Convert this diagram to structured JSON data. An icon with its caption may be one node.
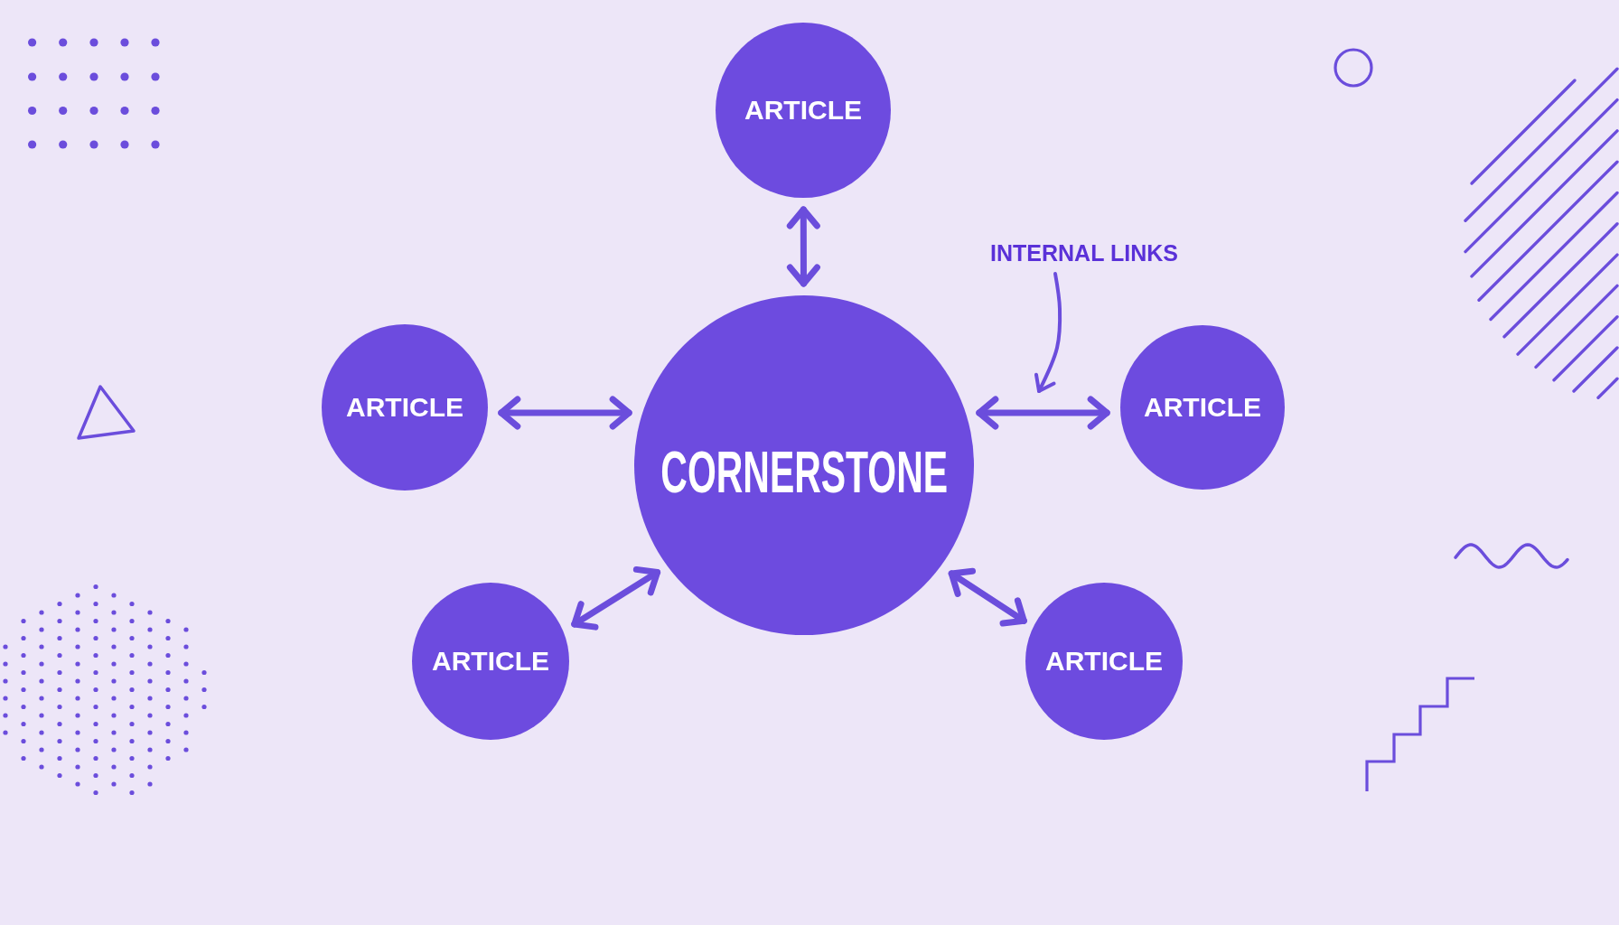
{
  "diagram": {
    "nodes": [
      {
        "text": [
          "ARTICLE"
        ]
      },
      {
        "text": [
          "INTERNAL LINKS"
        ]
      },
      {
        "text": [
          "ARTICLE"
        ]
      },
      {
        "text": [
          "CORNERSTONE"
        ]
      },
      {
        "text": [
          "ARTICLE"
        ]
      },
      {
        "text": [
          "ARTICLE"
        ]
      },
      {
        "text": [
          "ARTICLE"
        ]
      }
    ],
    "edges": [
      {
        "from": 3,
        "to": 0,
        "arrow": "both"
      },
      {
        "from": 3,
        "to": 2,
        "arrow": "both"
      },
      {
        "from": 3,
        "to": 4,
        "arrow": "both"
      },
      {
        "from": 3,
        "to": 5,
        "arrow": "both"
      },
      {
        "from": 3,
        "to": 6,
        "arrow": "both"
      },
      {
        "from": 1,
        "to": null,
        "arrow": "to"
      }
    ]
  }
}
